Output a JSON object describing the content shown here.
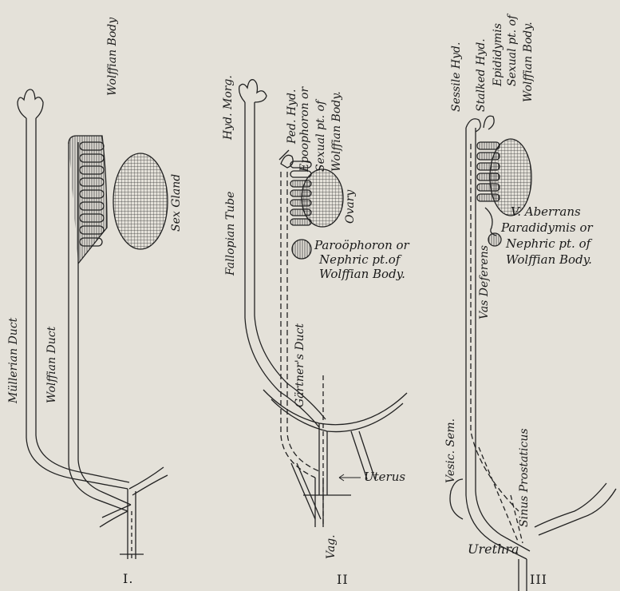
{
  "panel_i": {
    "wolffian_body": "Wolffian Body",
    "sex_gland": "Sex Gland",
    "mullerian_duct": "Müllerian Duct",
    "wolffian_duct": "Wolffian Duct",
    "numeral": "I."
  },
  "panel_ii": {
    "hyd_morg": "Hyd. Morg.",
    "ped_hyd": "Ped. Hyd.",
    "epoophoron_1": "Epoophoron or",
    "epoophoron_2": "Sexual pt. of",
    "epoophoron_3": "Wolffian Body.",
    "ovary": "Ovary",
    "paroophoron_1": "Paroöphoron or",
    "paroophoron_2": "Nephric pt.of",
    "paroophoron_3": "Wolffian Body.",
    "fallopian_tube": "Fallopian Tube",
    "gartners_duct": "Gärtner's Duct",
    "uterus": "Uterus",
    "vag": "Vag.",
    "numeral": "II"
  },
  "panel_iii": {
    "sessile_hyd": "Sessile Hyd.",
    "stalked_hyd": "Stalked Hyd.",
    "epididymis": "Epididymis",
    "sexual_pt": "Sexual pt. of",
    "wolffian_body": "Wolffian Body.",
    "v_aberrans": "V. Aberrans",
    "paradidymis_1": "Paradidymis or",
    "paradidymis_2": "Nephric pt. of",
    "paradidymis_3": "Wolffian Body.",
    "vas_deferens": "Vas Deferens",
    "vesic_sem": "Vesic. Sem.",
    "sinus_prostaticus": "Sinus Prostaticus",
    "urethra": "Urethra",
    "numeral": "III"
  }
}
